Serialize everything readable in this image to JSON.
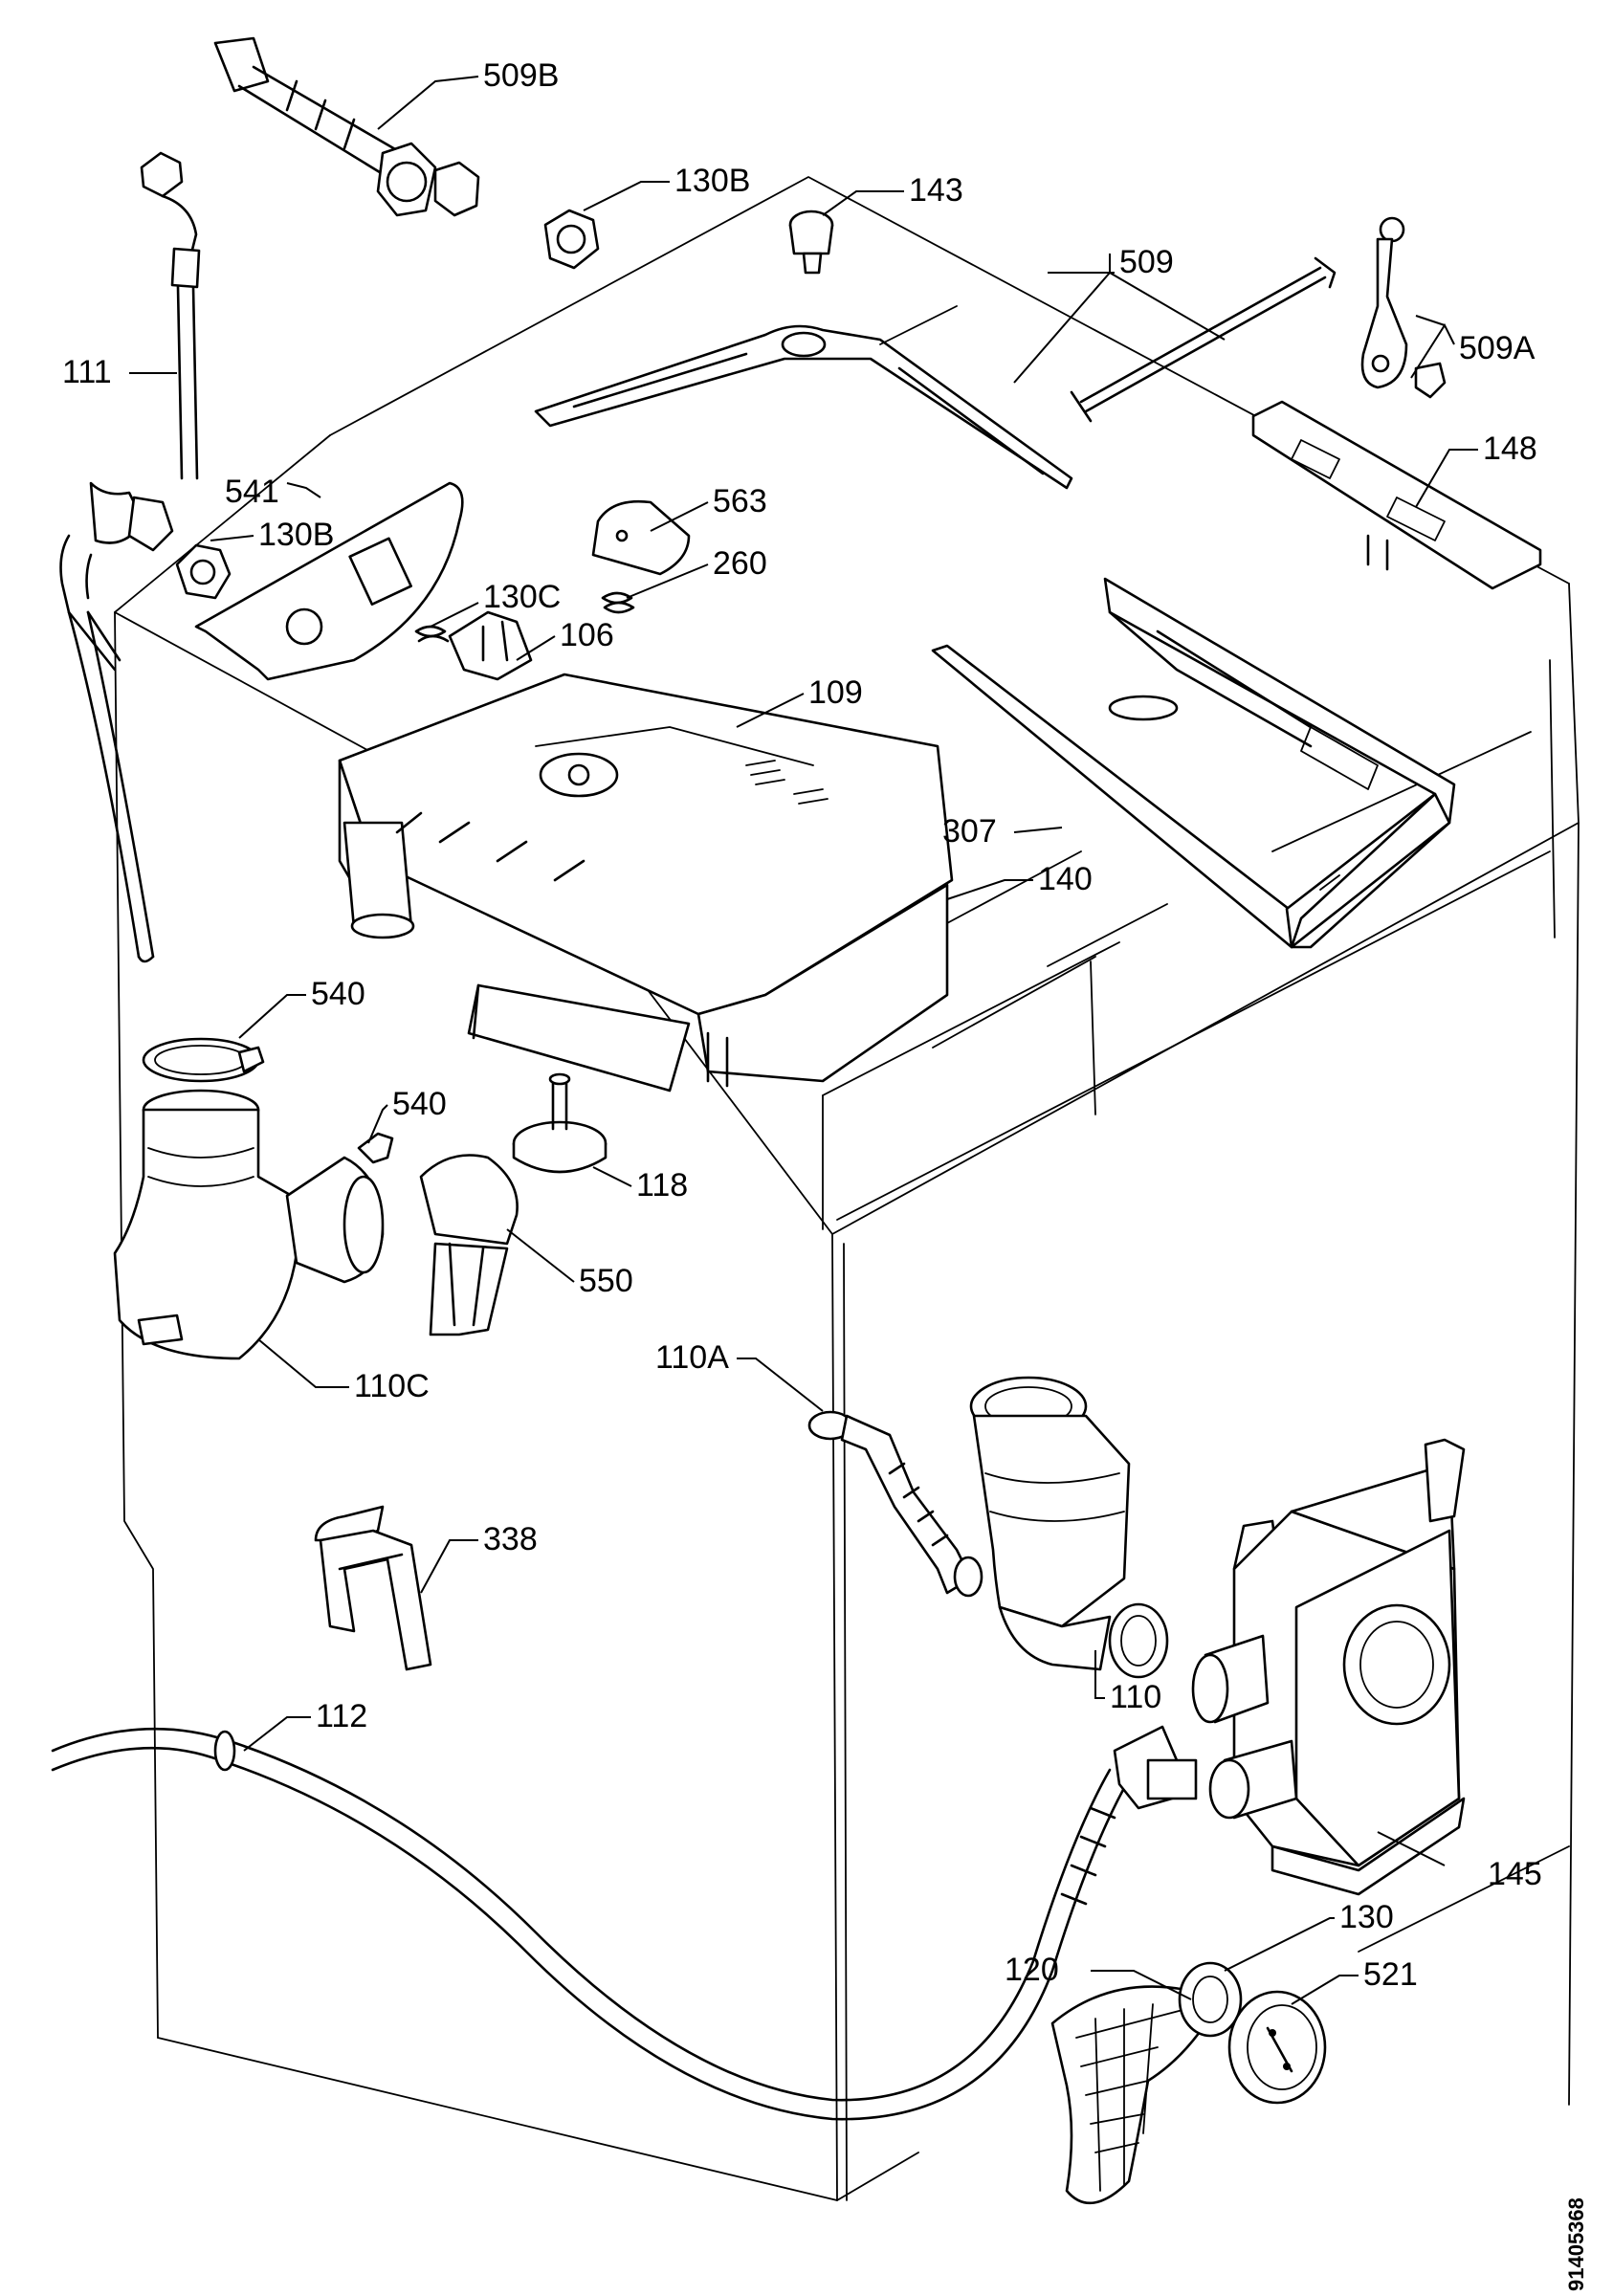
{
  "document_code": "91405368",
  "callouts": [
    {
      "id": "509B",
      "text": "509B"
    },
    {
      "id": "130B-top",
      "text": "130B"
    },
    {
      "id": "143",
      "text": "143"
    },
    {
      "id": "509",
      "text": "509"
    },
    {
      "id": "509A",
      "text": "509A"
    },
    {
      "id": "111",
      "text": "111"
    },
    {
      "id": "148",
      "text": "148"
    },
    {
      "id": "541",
      "text": "541"
    },
    {
      "id": "130B-left",
      "text": "130B"
    },
    {
      "id": "563",
      "text": "563"
    },
    {
      "id": "260",
      "text": "260"
    },
    {
      "id": "130C",
      "text": "130C"
    },
    {
      "id": "106",
      "text": "106"
    },
    {
      "id": "109",
      "text": "109"
    },
    {
      "id": "307",
      "text": "307"
    },
    {
      "id": "140",
      "text": "140"
    },
    {
      "id": "540-top",
      "text": "540"
    },
    {
      "id": "540-mid",
      "text": "540"
    },
    {
      "id": "118",
      "text": "118"
    },
    {
      "id": "550",
      "text": "550"
    },
    {
      "id": "110A",
      "text": "110A"
    },
    {
      "id": "110C",
      "text": "110C"
    },
    {
      "id": "338",
      "text": "338"
    },
    {
      "id": "112",
      "text": "112"
    },
    {
      "id": "110",
      "text": "110"
    },
    {
      "id": "145",
      "text": "145"
    },
    {
      "id": "130",
      "text": "130"
    },
    {
      "id": "120",
      "text": "120"
    },
    {
      "id": "521",
      "text": "521"
    }
  ]
}
